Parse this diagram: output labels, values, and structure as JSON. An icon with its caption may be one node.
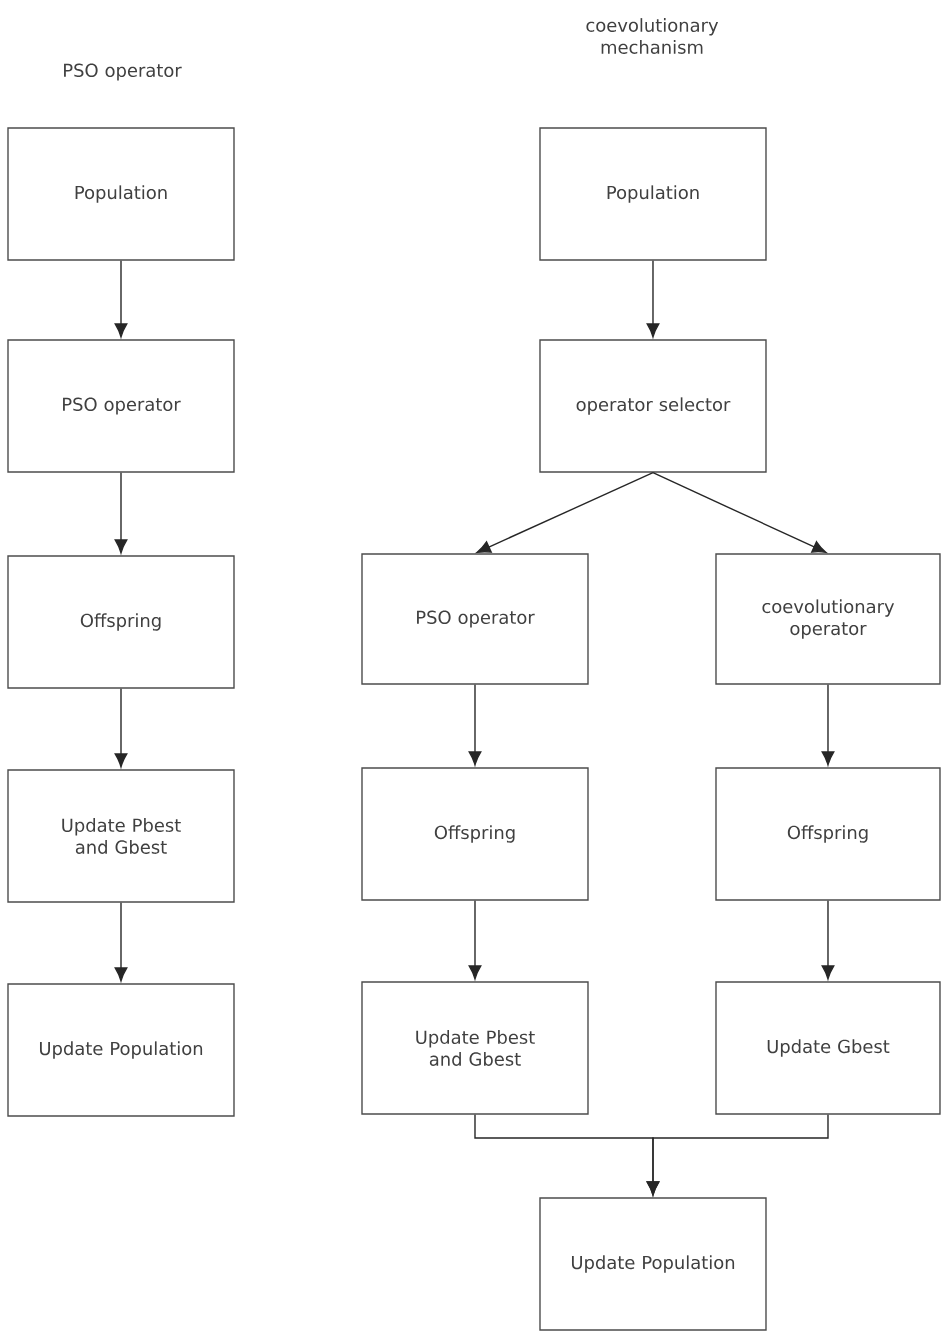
{
  "diagram": {
    "nodes": [
      {
        "text": [
          "Population"
        ]
      },
      {
        "text": [
          "PSO operator"
        ]
      },
      {
        "text": [
          "Offspring"
        ]
      },
      {
        "text": [
          "Update Pbest and Gbest"
        ]
      },
      {
        "text": [
          "Update Population"
        ]
      },
      {
        "text": [
          "Population"
        ]
      },
      {
        "text": [
          "operator selector"
        ]
      },
      {
        "text": [
          "PSO operator"
        ]
      },
      {
        "text": [
          "coevolutionary operator"
        ]
      },
      {
        "text": [
          "Offspring"
        ]
      },
      {
        "text": [
          "Offspring"
        ]
      },
      {
        "text": [
          "Update Pbest and Gbest"
        ]
      },
      {
        "text": [
          "Update Gbest"
        ]
      },
      {
        "text": [
          "Update Population"
        ]
      }
    ],
    "edges": [
      {
        "from": 0,
        "to": 1,
        "arrow": "to"
      },
      {
        "from": 1,
        "to": 2,
        "arrow": "to"
      },
      {
        "from": 2,
        "to": 3,
        "arrow": "to"
      },
      {
        "from": 3,
        "to": 4,
        "arrow": "to"
      },
      {
        "from": 5,
        "to": 6,
        "arrow": "to"
      },
      {
        "from": 6,
        "to": 7,
        "arrow": "to"
      },
      {
        "from": 6,
        "to": 8,
        "arrow": "to"
      },
      {
        "from": 7,
        "to": 9,
        "arrow": "to"
      },
      {
        "from": 8,
        "to": 10,
        "arrow": "to"
      },
      {
        "from": 9,
        "to": 11,
        "arrow": "to"
      },
      {
        "from": 10,
        "to": 12,
        "arrow": "to"
      },
      {
        "from": 11,
        "to": 13,
        "arrow": "to"
      },
      {
        "from": 12,
        "to": 13,
        "arrow": "to"
      }
    ],
    "labels": [
      "PSO operator",
      "coevolutionary mechanism"
    ]
  }
}
